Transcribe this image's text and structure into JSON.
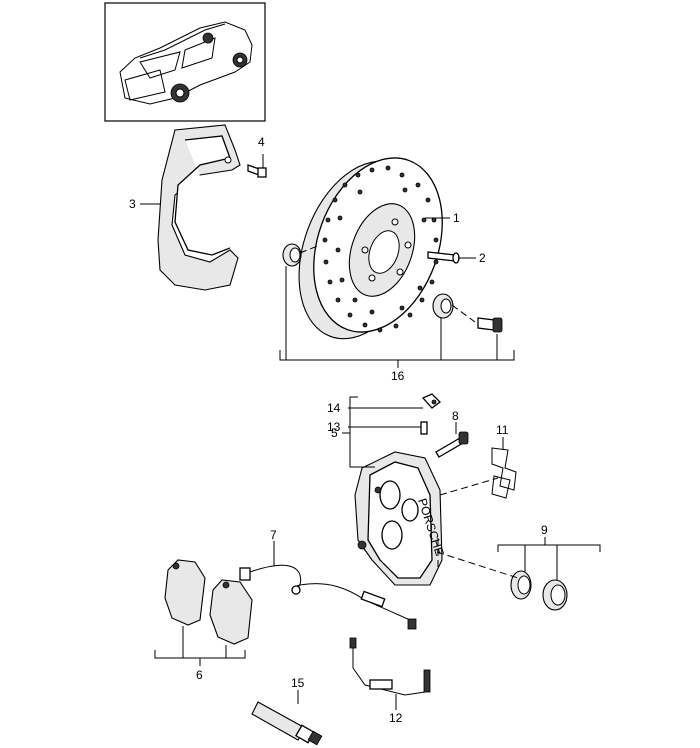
{
  "diagram": {
    "callouts": {
      "c1": "1",
      "c2": "2",
      "c3": "3",
      "c4": "4",
      "c5": "5",
      "c6": "6",
      "c7": "7",
      "c8": "8",
      "c9": "9",
      "c11": "11",
      "c12": "12",
      "c13": "13",
      "c14": "14",
      "c15": "15",
      "c16": "16"
    },
    "caliper_brand": "PORSCHE"
  }
}
